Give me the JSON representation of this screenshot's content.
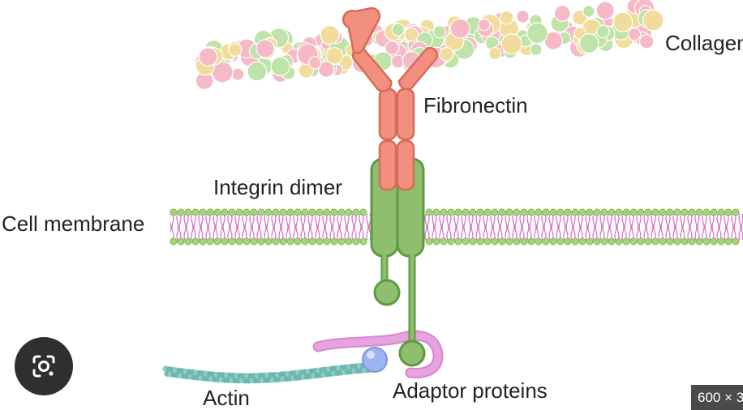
{
  "labels": {
    "collagen": "Collagen",
    "fibronectin": "Fibronectin",
    "integrin_dimer": "Integrin dimer",
    "cell_membrane": "Cell membrane",
    "actin": "Actin",
    "adaptor_proteins": "Adaptor proteins"
  },
  "overlay": {
    "lens_icon": "google-lens-icon",
    "image_size": "600 × 3"
  },
  "colors": {
    "integrin": "#8dbf6c",
    "fibronectin": "#f28f7e",
    "membrane": "#a9d37a",
    "membrane_tails": "#d66bc6",
    "adaptor": "#e7a3e0",
    "adaptor_ball": "#9eb3f2",
    "actin": "#6fb8a6",
    "collagen_pink": "#f6b9c6",
    "collagen_yellow": "#f2dc9c",
    "collagen_green": "#bfe3a8"
  }
}
